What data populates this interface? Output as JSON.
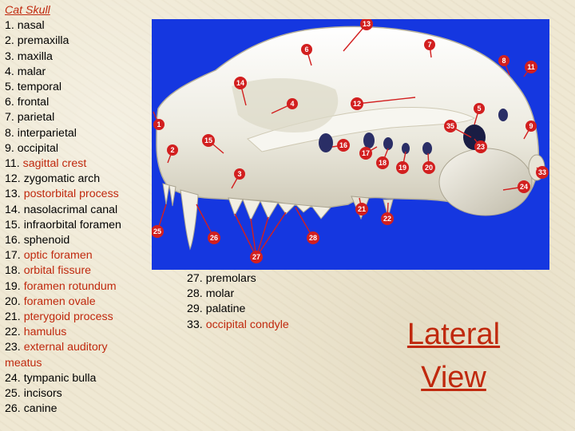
{
  "title": " Cat Skull",
  "left_list": [
    {
      "num": "1.",
      "name": "nasal",
      "highlight": false
    },
    {
      "num": "2.",
      "name": "premaxilla",
      "highlight": false
    },
    {
      "num": "3.",
      "name": "maxilla",
      "highlight": false
    },
    {
      "num": "4.",
      "name": "malar",
      "highlight": false
    },
    {
      "num": "5.",
      "name": "temporal",
      "highlight": false
    },
    {
      "num": "6.",
      "name": "frontal",
      "highlight": false
    },
    {
      "num": "7.",
      "name": "parietal",
      "highlight": false
    },
    {
      "num": "8.",
      "name": "interparietal",
      "highlight": false
    },
    {
      "num": "9.",
      "name": "occipital",
      "highlight": false
    },
    {
      "num": "11.",
      "name": "sagittal crest",
      "highlight": true
    },
    {
      "num": "12.",
      "name": "zygomatic arch",
      "highlight": false
    },
    {
      "num": "13.",
      "name": "postorbital process",
      "highlight": true
    },
    {
      "num": "14.",
      "name": "nasolacrimal canal",
      "highlight": false
    },
    {
      "num": "15.",
      "name": "infraorbital foramen",
      "highlight": false
    },
    {
      "num": "16.",
      "name": "sphenoid",
      "highlight": false
    },
    {
      "num": "17.",
      "name": "optic foramen",
      "highlight": true
    },
    {
      "num": "18.",
      "name": "orbital fissure",
      "highlight": true
    },
    {
      "num": "19.",
      "name": "foramen rotundum",
      "highlight": true
    },
    {
      "num": "20.",
      "name": "foramen ovale",
      "highlight": true
    },
    {
      "num": "21.",
      "name": "pterygoid process",
      "highlight": true
    },
    {
      "num": "22.",
      "name": "hamulus",
      "highlight": true
    },
    {
      "num": "23.",
      "name": "external auditory meatus",
      "highlight": true
    },
    {
      "num": "24.",
      "name": "tympanic bulla",
      "highlight": false
    },
    {
      "num": "25.",
      "name": "incisors",
      "highlight": false
    },
    {
      "num": "26.",
      "name": "canine",
      "highlight": false
    }
  ],
  "right_list": [
    {
      "num": "27.",
      "name": "premolars",
      "highlight": false
    },
    {
      "num": "28.",
      "name": "molar",
      "highlight": false
    },
    {
      "num": "29.",
      "name": "palatine",
      "highlight": false
    },
    {
      "num": "33.",
      "name": "occipital condyle",
      "highlight": true
    }
  ],
  "view_title": [
    "Lateral",
    "View"
  ],
  "image_labels": [
    "13",
    "6",
    "7",
    "8",
    "11",
    "14",
    "4",
    "12",
    "5",
    "1",
    "35",
    "9",
    "2",
    "15",
    "16",
    "17",
    "18",
    "19",
    "20",
    "23",
    "3",
    "33",
    "24",
    "21",
    "22",
    "25",
    "26",
    "28",
    "27"
  ],
  "colors": {
    "label_red": "#c0290e",
    "photo_blue": "#1537e0",
    "marker_red": "#d21f1f",
    "bone": "#ece9de"
  }
}
